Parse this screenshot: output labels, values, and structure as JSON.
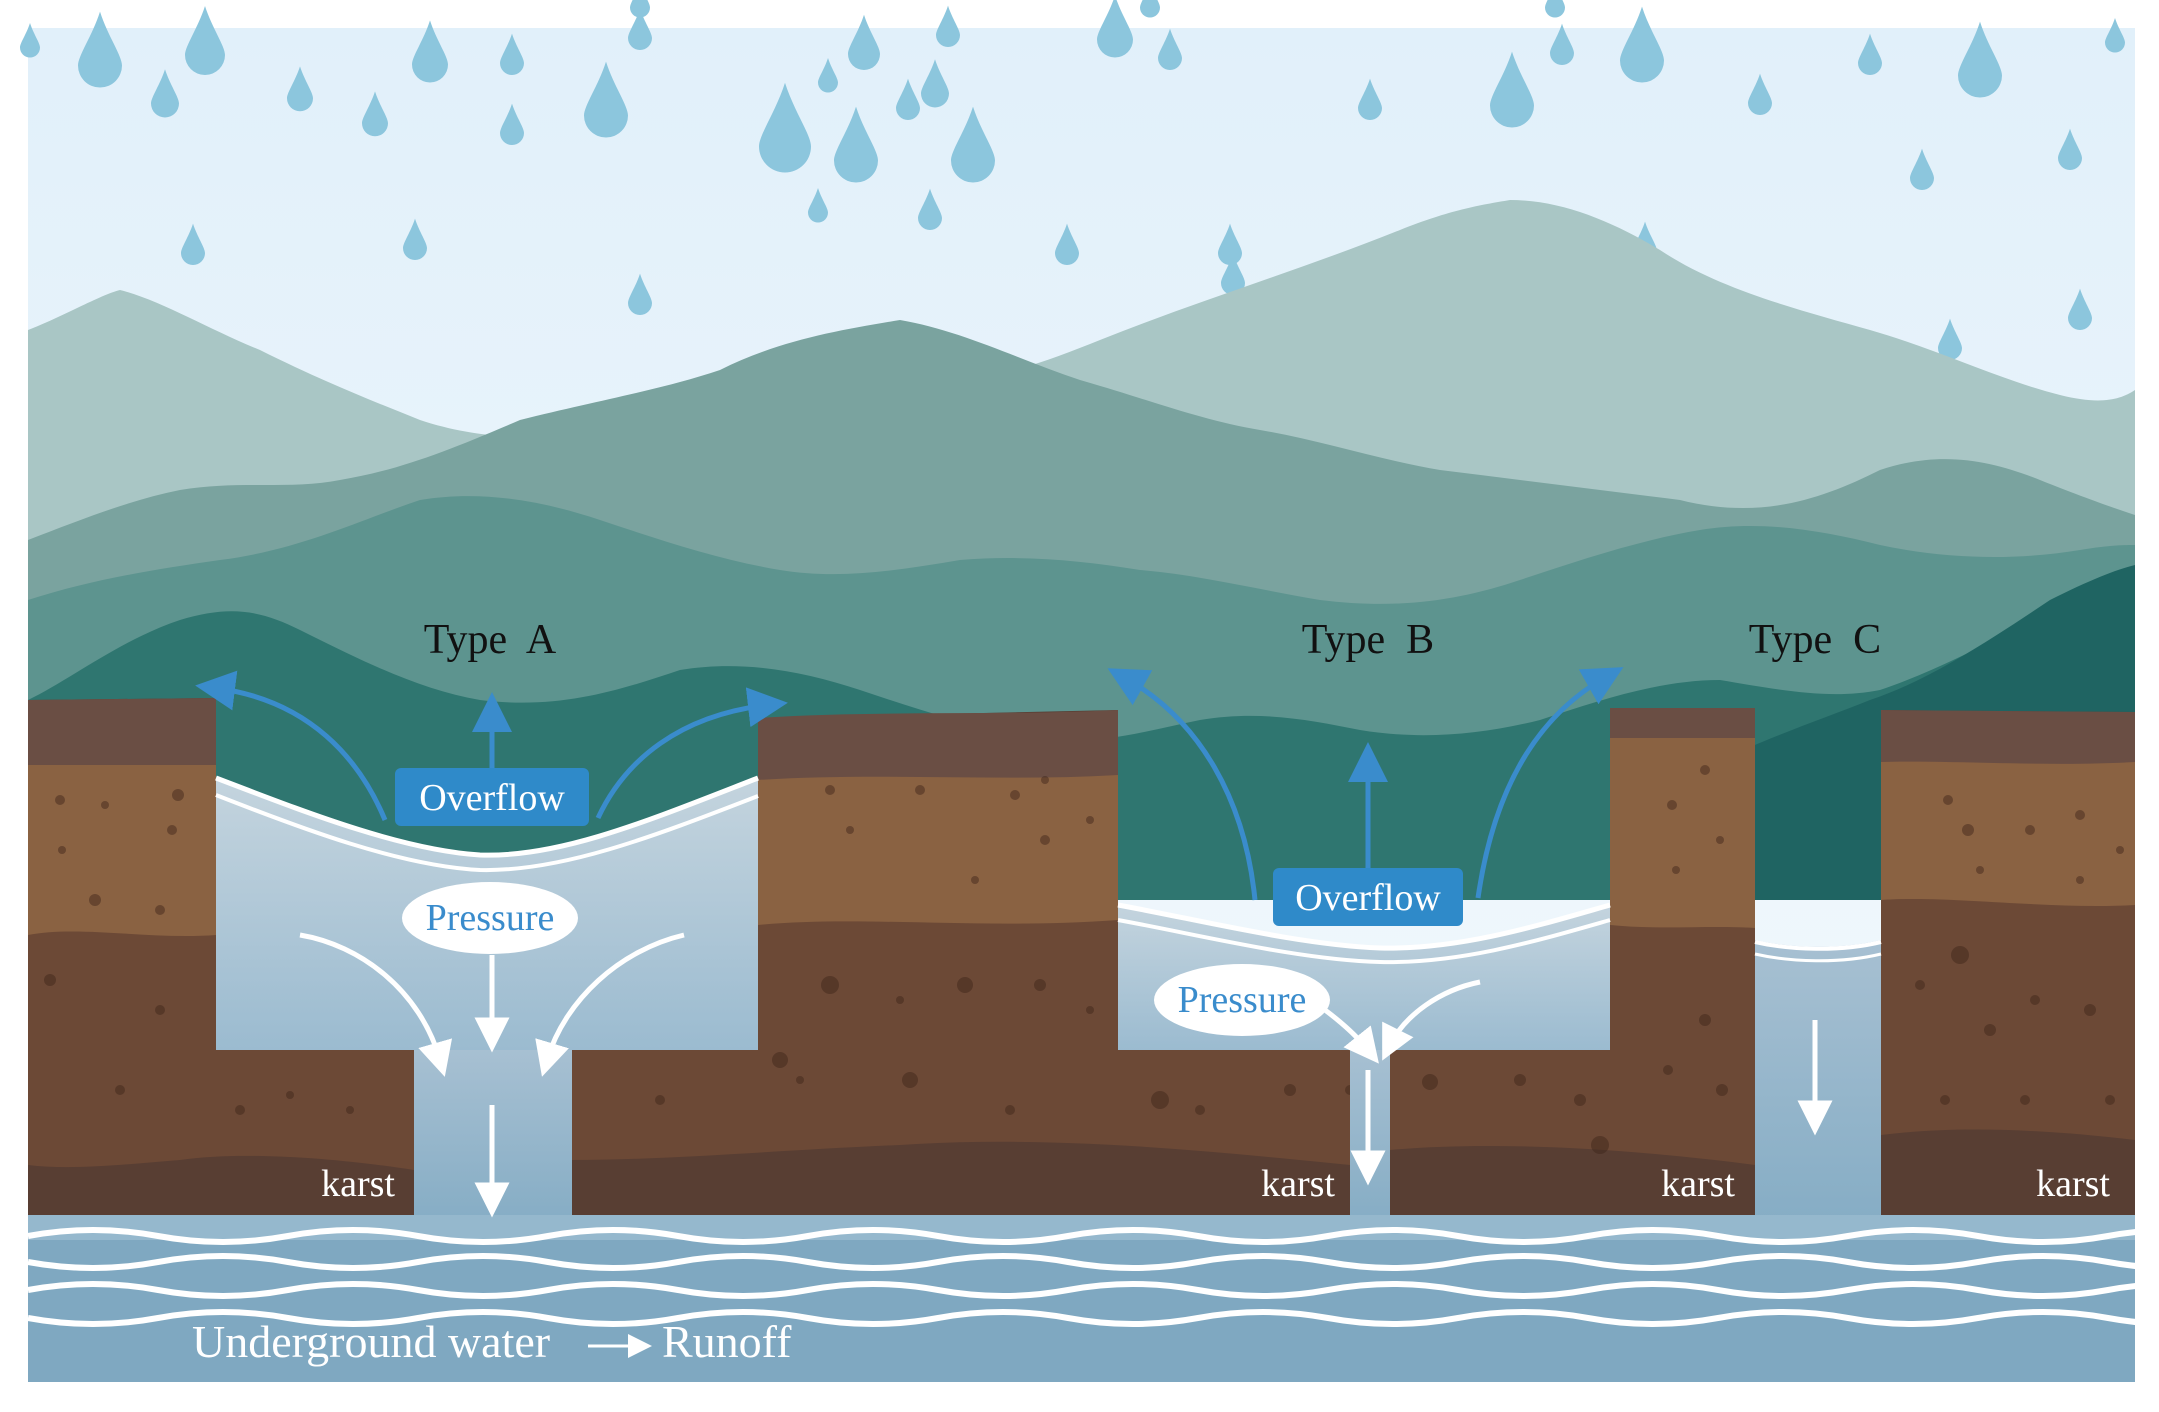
{
  "diagram": {
    "types": [
      {
        "label": "Type  A"
      },
      {
        "label": "Type  B"
      },
      {
        "label": "Type  C"
      }
    ],
    "overflow_label": "Overflow",
    "pressure_label": "Pressure",
    "karst_label": "karst",
    "bottom_left": "Underground water",
    "bottom_right": "Runoff",
    "colors": {
      "sky_top": "#e3f1fa",
      "sky_bottom": "#f4f9fc",
      "raindrop": "#8cc6dd",
      "mountain_far": "#a9c6c5",
      "mountain_mid": "#78a39f",
      "mountain_near": "#5a928d",
      "mountain_front": "#2e7670",
      "soil_top": "#6a4e44",
      "soil_mid": "#8a6242",
      "soil_low": "#6e4a36",
      "soil_base": "#583e33",
      "water_surface": "#b6c9d6",
      "water_deep": "#7aa8c0",
      "accent_blue": "#3a8ccc"
    }
  }
}
